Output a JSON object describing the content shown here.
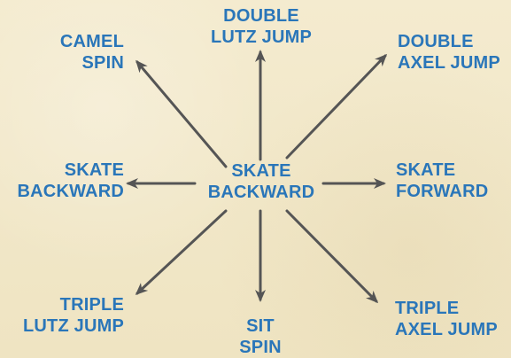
{
  "colors": {
    "background": "#f1e7c7",
    "text": "#2a76b9",
    "arrow": "#555555"
  },
  "diagram": {
    "center": {
      "line1": "SKATE",
      "line2": "BACKWARD"
    },
    "outer": {
      "top_left": {
        "line1": "CAMEL",
        "line2": "SPIN"
      },
      "top": {
        "line1": "DOUBLE",
        "line2": "LUTZ JUMP"
      },
      "top_right": {
        "line1": "DOUBLE",
        "line2": "AXEL JUMP"
      },
      "left": {
        "line1": "SKATE",
        "line2": "BACKWARD"
      },
      "right": {
        "line1": "SKATE",
        "line2": "FORWARD"
      },
      "bottom_left": {
        "line1": "TRIPLE",
        "line2": "LUTZ JUMP"
      },
      "bottom": {
        "line1": "SIT",
        "line2": "SPIN"
      },
      "bottom_right": {
        "line1": "TRIPLE",
        "line2": "AXEL JUMP"
      }
    }
  }
}
